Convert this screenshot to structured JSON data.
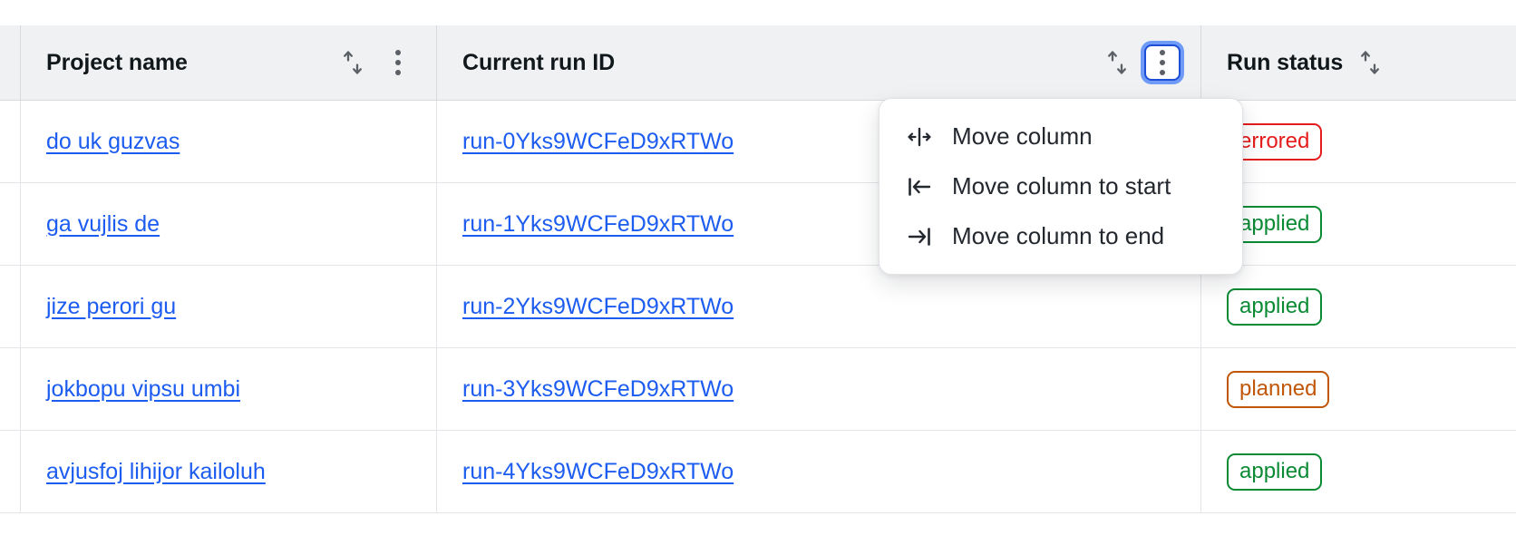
{
  "table": {
    "columns": [
      {
        "key": "select",
        "label": ""
      },
      {
        "key": "project",
        "label": "Project name",
        "sort_icon": "sort-updown-icon",
        "menu_icon": "kebab-menu-icon"
      },
      {
        "key": "runid",
        "label": "Current run ID",
        "sort_icon": "sort-updown-icon",
        "menu_icon": "kebab-menu-icon"
      },
      {
        "key": "status",
        "label": "Run status",
        "sort_icon": "sort-updown-icon"
      }
    ],
    "rows": [
      {
        "project": "do uk guzvas",
        "run_id": "run-0Yks9WCFeD9xRTWo",
        "status": "errored",
        "status_kind": "errored"
      },
      {
        "project": "ga vujlis de",
        "run_id": "run-1Yks9WCFeD9xRTWo",
        "status": "applied",
        "status_kind": "applied"
      },
      {
        "project": "jize perori gu",
        "run_id": "run-2Yks9WCFeD9xRTWo",
        "status": "applied",
        "status_kind": "applied"
      },
      {
        "project": "jokbopu vipsu umbi",
        "run_id": "run-3Yks9WCFeD9xRTWo",
        "status": "planned",
        "status_kind": "planned"
      },
      {
        "project": "avjusfoj lihijor kailoluh",
        "run_id": "run-4Yks9WCFeD9xRTWo",
        "status": "applied",
        "status_kind": "applied"
      }
    ]
  },
  "column_menu": {
    "open_for_column": "Current run ID",
    "items": [
      {
        "label": "Move column",
        "icon": "move-column-icon"
      },
      {
        "label": "Move column to start",
        "icon": "move-to-start-icon"
      },
      {
        "label": "Move column to end",
        "icon": "move-to-end-icon"
      }
    ]
  },
  "colors": {
    "link": "#1c5cf0",
    "focus_ring": "#6f9bf7",
    "header_bg": "#f0f1f3",
    "errored": "#e41c1c",
    "applied": "#0b8a34",
    "planned": "#c05608"
  }
}
